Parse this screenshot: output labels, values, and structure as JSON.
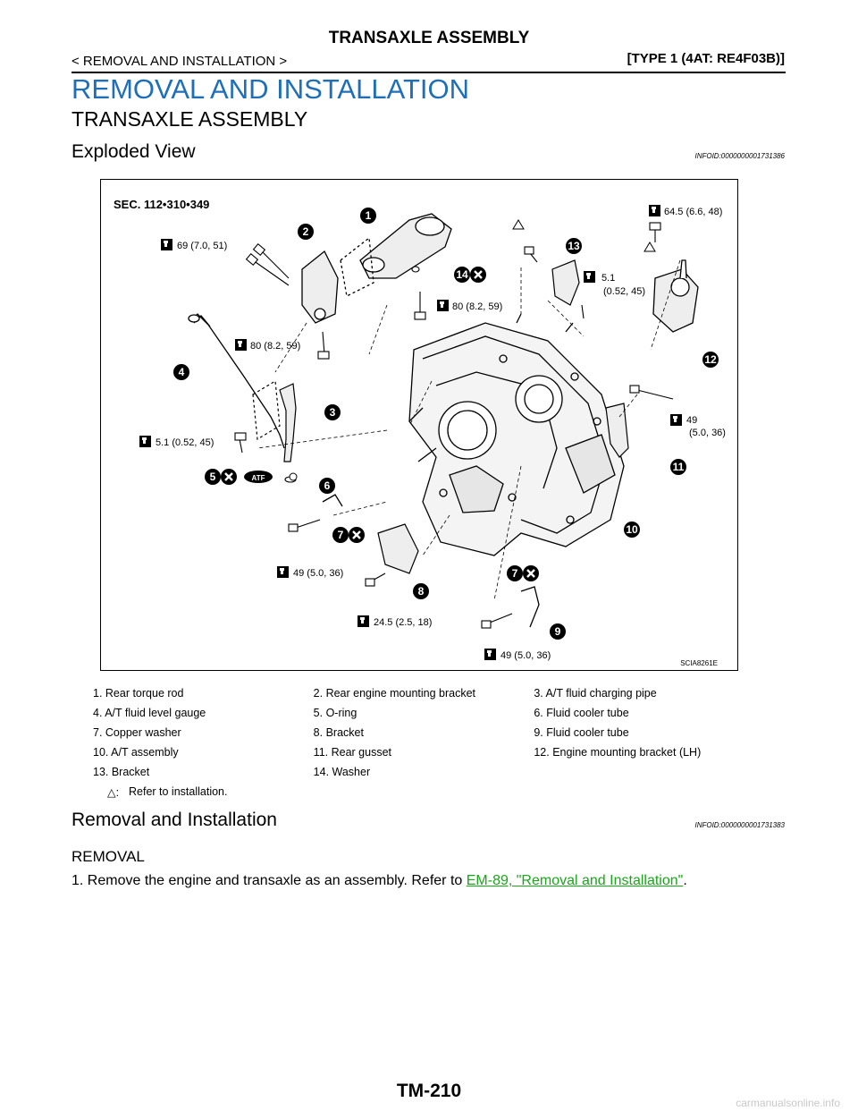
{
  "header": {
    "title": "TRANSAXLE ASSEMBLY",
    "breadcrumb": "< REMOVAL AND INSTALLATION >",
    "type": "[TYPE 1 (4AT: RE4F03B)]"
  },
  "section": {
    "heading": "REMOVAL AND INSTALLATION",
    "subheading": "TRANSAXLE ASSEMBLY",
    "exploded_title": "Exploded View",
    "exploded_infoid": "INFOID:0000000001731386"
  },
  "diagram": {
    "sec": "SEC. 112•310•349",
    "code": "SCIA8261E",
    "torques": {
      "t1": "64.5 (6.6, 48)",
      "t2": "69 (7.0, 51)",
      "t3a": "5.1",
      "t3b": "(0.52, 45)",
      "t4": "80 (8.2, 59)",
      "t5": "80 (8.2, 59)",
      "t6a": "49",
      "t6b": "(5.0, 36)",
      "t7": "5.1 (0.52, 45)",
      "t8": "49 (5.0, 36)",
      "t9": "24.5 (2.5, 18)",
      "t10": "49 (5.0, 36)"
    },
    "atf": "ATF",
    "callouts": [
      "1",
      "2",
      "3",
      "4",
      "5",
      "6",
      "7",
      "8",
      "9",
      "10",
      "11",
      "12",
      "13",
      "14"
    ]
  },
  "parts": [
    [
      "1.  Rear torque rod",
      "2.  Rear engine mounting bracket",
      "3.  A/T fluid charging pipe"
    ],
    [
      "4.  A/T fluid level gauge",
      "5.  O-ring",
      "6.  Fluid cooler tube"
    ],
    [
      "7.  Copper washer",
      "8.  Bracket",
      "9.  Fluid cooler tube"
    ],
    [
      "10.  A/T assembly",
      "11.  Rear gusset",
      "12.  Engine mounting bracket (LH)"
    ],
    [
      "13.  Bracket",
      "14.  Washer",
      ""
    ]
  ],
  "note": {
    "symbol": "△:",
    "text": "Refer to installation."
  },
  "removal": {
    "title": "Removal and Installation",
    "infoid": "INFOID:0000000001731383",
    "sub": "REMOVAL",
    "step_prefix": "1.  Remove the engine and transaxle as an assembly. Refer to ",
    "step_link": "EM-89, \"Removal and Installation\"",
    "step_suffix": "."
  },
  "footer": {
    "page": "TM-210",
    "watermark": "carmanualsonline.info"
  }
}
